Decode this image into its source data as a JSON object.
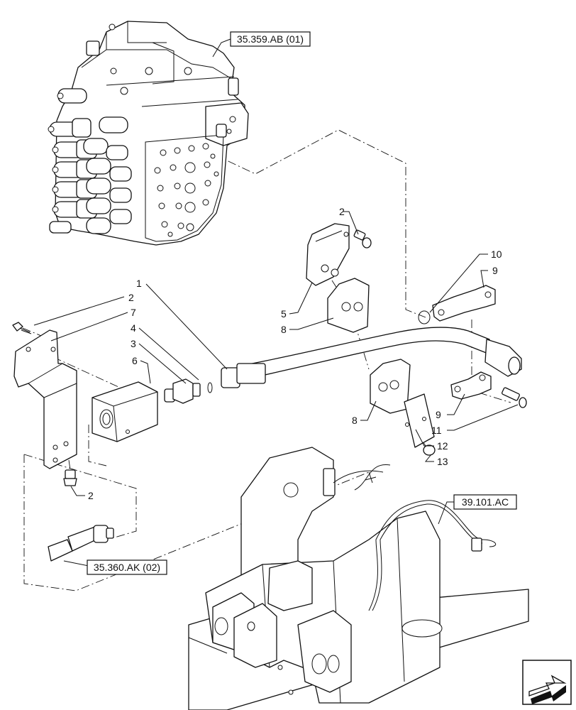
{
  "references": {
    "top_valve": "35.359.AB (01)",
    "left_sensor": "35.360.AK (02)",
    "harness": "39.101.AC"
  },
  "callouts": {
    "c1": "1",
    "c2_top": "2",
    "c2_left": "2",
    "c2_bottom": "2",
    "c3": "3",
    "c4": "4",
    "c5": "5",
    "c6": "6",
    "c7": "7",
    "c8_top": "8",
    "c8_bottom": "8",
    "c9_top": "9",
    "c9_bottom": "9",
    "c10": "10",
    "c11": "11",
    "c12": "12",
    "c13": "13"
  },
  "icons": {
    "nav": "next-page-arrow-icon"
  }
}
